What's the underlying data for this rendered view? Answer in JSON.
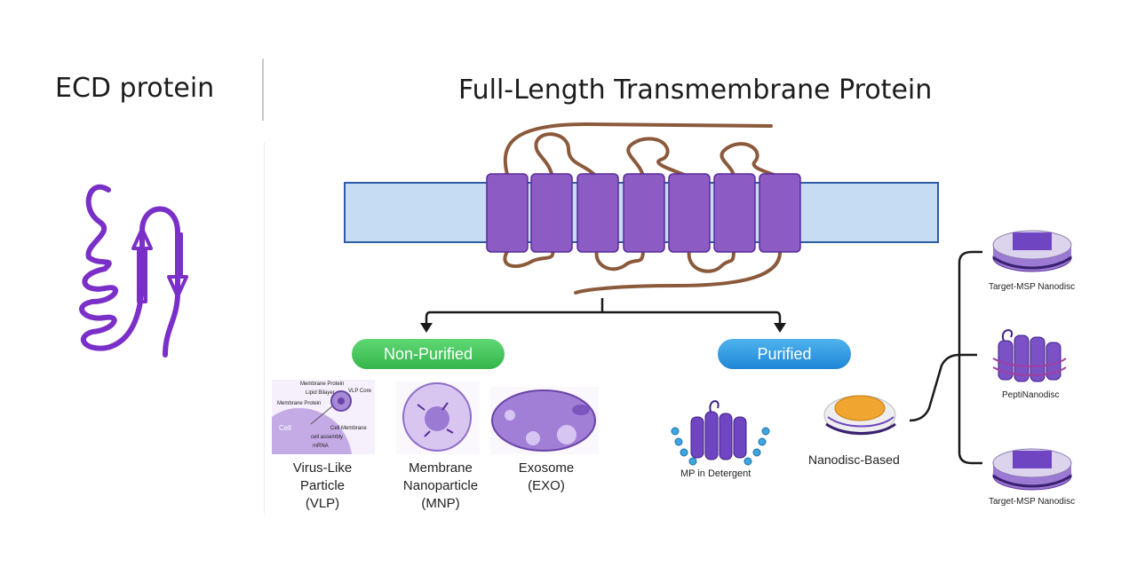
{
  "left_panel": {
    "title": "ECD protein"
  },
  "right_panel": {
    "title": "Full-Length Transmembrane Protein"
  },
  "branches": {
    "non_purified": {
      "label": "Non-Purified",
      "items": [
        {
          "name_lines": [
            "Virus-Like",
            "Particle",
            "(VLP)"
          ],
          "inset_labels": [
            "Membrane Protein",
            "VLP Core",
            "Lipid Bilayer",
            "Membrane Protein",
            "Cell",
            "Cell Membrane",
            "cell assembly",
            "mRNA"
          ]
        },
        {
          "name_lines": [
            "Membrane",
            "Nanoparticle",
            "(MNP)"
          ]
        },
        {
          "name_lines": [
            "Exosome",
            "(EXO)"
          ]
        }
      ]
    },
    "purified": {
      "label": "Purified",
      "items": [
        {
          "name": "MP in Detergent"
        },
        {
          "name": "Nanodisc-Based"
        }
      ]
    }
  },
  "nanodisc_types": [
    "Target-MSP Nanodisc",
    "PeptiNanodisc",
    "Target-MSP Nanodisc"
  ],
  "colors": {
    "protein_purple": "#8c5cc4",
    "protein_stroke": "#5a2d9a",
    "membrane_blue": "#c6dcf2",
    "loop_brown": "#8b5a3c",
    "ecd_purple": "#7a2fc8",
    "nonpurified_green": "#3fbf55",
    "purified_blue": "#2a8fde"
  }
}
